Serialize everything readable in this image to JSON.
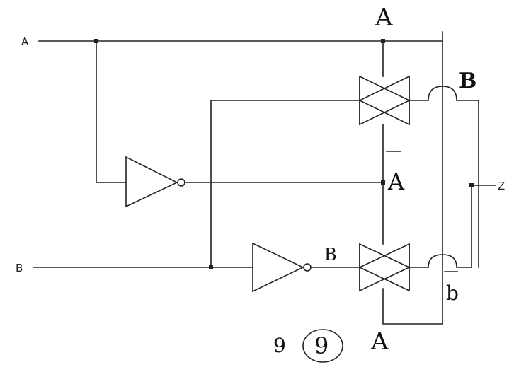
{
  "diagram": {
    "inputs": {
      "a": "A",
      "b": "B"
    },
    "output": "Z",
    "gate_labels": {
      "top_control": "A",
      "top_right": "B",
      "middle_control": "A",
      "lower_inverter_out": "B",
      "lower_right": "b",
      "bottom_control": "A"
    },
    "footer": {
      "number": "9",
      "circled_number": "9"
    }
  }
}
